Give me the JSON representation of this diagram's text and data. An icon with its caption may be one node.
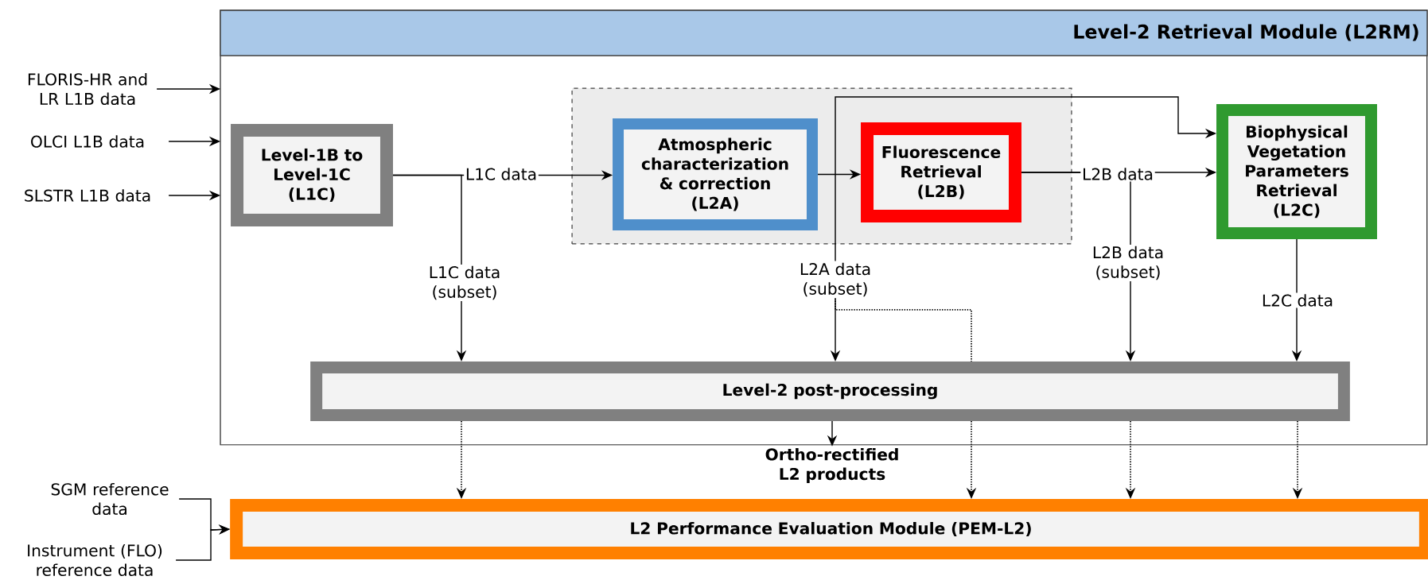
{
  "diagram": {
    "nodes": [
      {
        "text": [
          "Level-2 Retrieval Module (L2RM)"
        ]
      },
      {
        "text": [
          "FLORIS-HR and LR L1B data"
        ]
      },
      {
        "text": [
          "OLCI L1B data"
        ]
      },
      {
        "text": [
          "SLSTR L1B data"
        ]
      },
      {
        "text": [
          "Level-1B to Level-1C (L1C)"
        ],
        "in": 0
      },
      {
        "text": [],
        "shape": "box",
        "in": 0
      },
      {
        "text": [
          "Atmospheric characterization & correction (L2A)"
        ],
        "in": 5
      },
      {
        "text": [
          "Fluorescence Retrieval (L2B)"
        ],
        "in": 5
      },
      {
        "text": [
          "Biophysical Vegetation Parameters Retrieval (L2C)"
        ],
        "in": 0
      },
      {
        "text": [
          "Level-2 post-processing"
        ],
        "in": 0
      },
      {
        "text": [
          "Ortho-rectified L2 products"
        ]
      },
      {
        "text": [
          "L2 Performance Evaluation Module (PEM-L2)"
        ]
      },
      {
        "text": [
          "SGM reference data"
        ]
      },
      {
        "text": [
          "Instrument (FLO) reference data"
        ]
      },
      {
        "text": [
          "L2A data (subset)"
        ],
        "in": 0
      }
    ],
    "edges": [
      {
        "from": 1,
        "to": 0,
        "arrow": "to"
      },
      {
        "from": 2,
        "to": 0,
        "arrow": "to"
      },
      {
        "from": 3,
        "to": 0,
        "arrow": "to"
      },
      {
        "from": 4,
        "to": 6,
        "arrow": "to",
        "label": "L1C data"
      },
      {
        "from": 4,
        "to": 9,
        "arrow": "to",
        "label": "L1C data (subset)"
      },
      {
        "from": 9,
        "to": 11,
        "arrow": "to",
        "style": "dashed"
      },
      {
        "from": 6,
        "to": 7,
        "arrow": "to"
      },
      {
        "from": 7,
        "to": 8,
        "arrow": "to",
        "label": "L2B data"
      },
      {
        "from": 7,
        "to": 9,
        "arrow": "to",
        "label": "L2B data (subset)"
      },
      {
        "from": 9,
        "to": 11,
        "arrow": "to",
        "style": "dashed"
      },
      {
        "from": 14,
        "to": 8,
        "arrow": "to"
      },
      {
        "from": 14,
        "to": 9,
        "arrow": "to"
      },
      {
        "from": 14,
        "to": 9,
        "arrow": "none",
        "style": "dashed"
      },
      {
        "from": 8,
        "to": 9,
        "arrow": "to",
        "label": "L2C data"
      },
      {
        "from": 9,
        "to": 11,
        "arrow": "to",
        "style": "dashed"
      },
      {
        "from": 9,
        "to": 10,
        "arrow": "to"
      },
      {
        "from": 12,
        "to": 11,
        "arrow": "to"
      },
      {
        "from": 13,
        "to": 11,
        "arrow": "to"
      },
      {
        "from": 9,
        "to": 11,
        "arrow": "to",
        "style": "dashed"
      }
    ]
  }
}
